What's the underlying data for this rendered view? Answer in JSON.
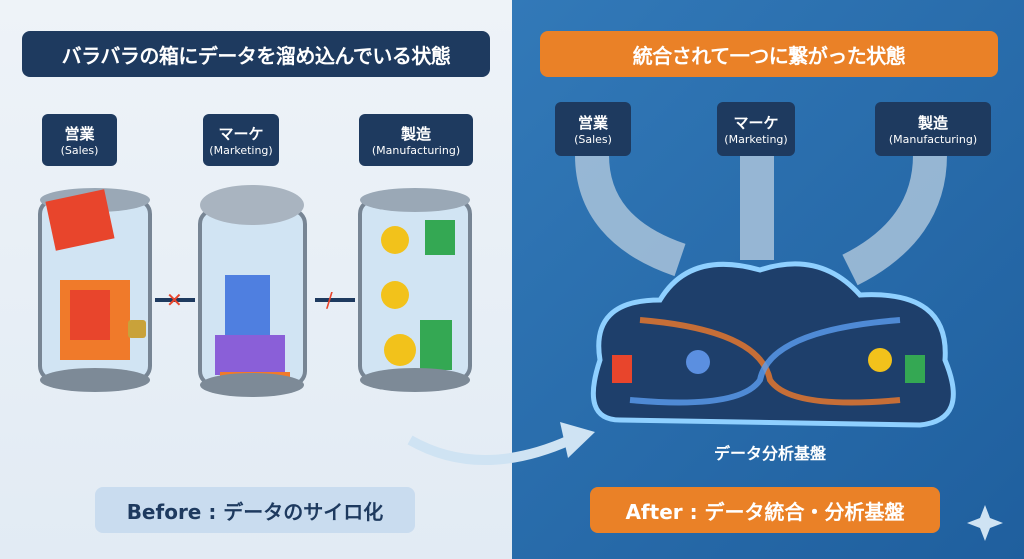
{
  "before": {
    "header": "バラバラの箱にデータを溜め込んでいる状態",
    "footer": "Before : データのサイロ化",
    "departments": [
      {
        "jp": "営業",
        "en": "(Sales)"
      },
      {
        "jp": "マーケ",
        "en": "(Marketing)"
      },
      {
        "jp": "製造",
        "en": "(Manufacturing)"
      }
    ]
  },
  "after": {
    "header": "統合されて一つに繋がった状態",
    "footer": "After : データ統合・分析基盤",
    "platform": "データ分析基盤",
    "departments": [
      {
        "jp": "営業",
        "en": "(Sales)"
      },
      {
        "jp": "マーケ",
        "en": "(Marketing)"
      },
      {
        "jp": "製造",
        "en": "(Manufacturing)"
      }
    ]
  },
  "colors": {
    "navy": "#1e3a5f",
    "orange": "#ea8127",
    "blue": "#2a6db0",
    "sales": "#e8502a",
    "marketing": "#5b6ee0",
    "manufacturing": "#f2c21b"
  }
}
